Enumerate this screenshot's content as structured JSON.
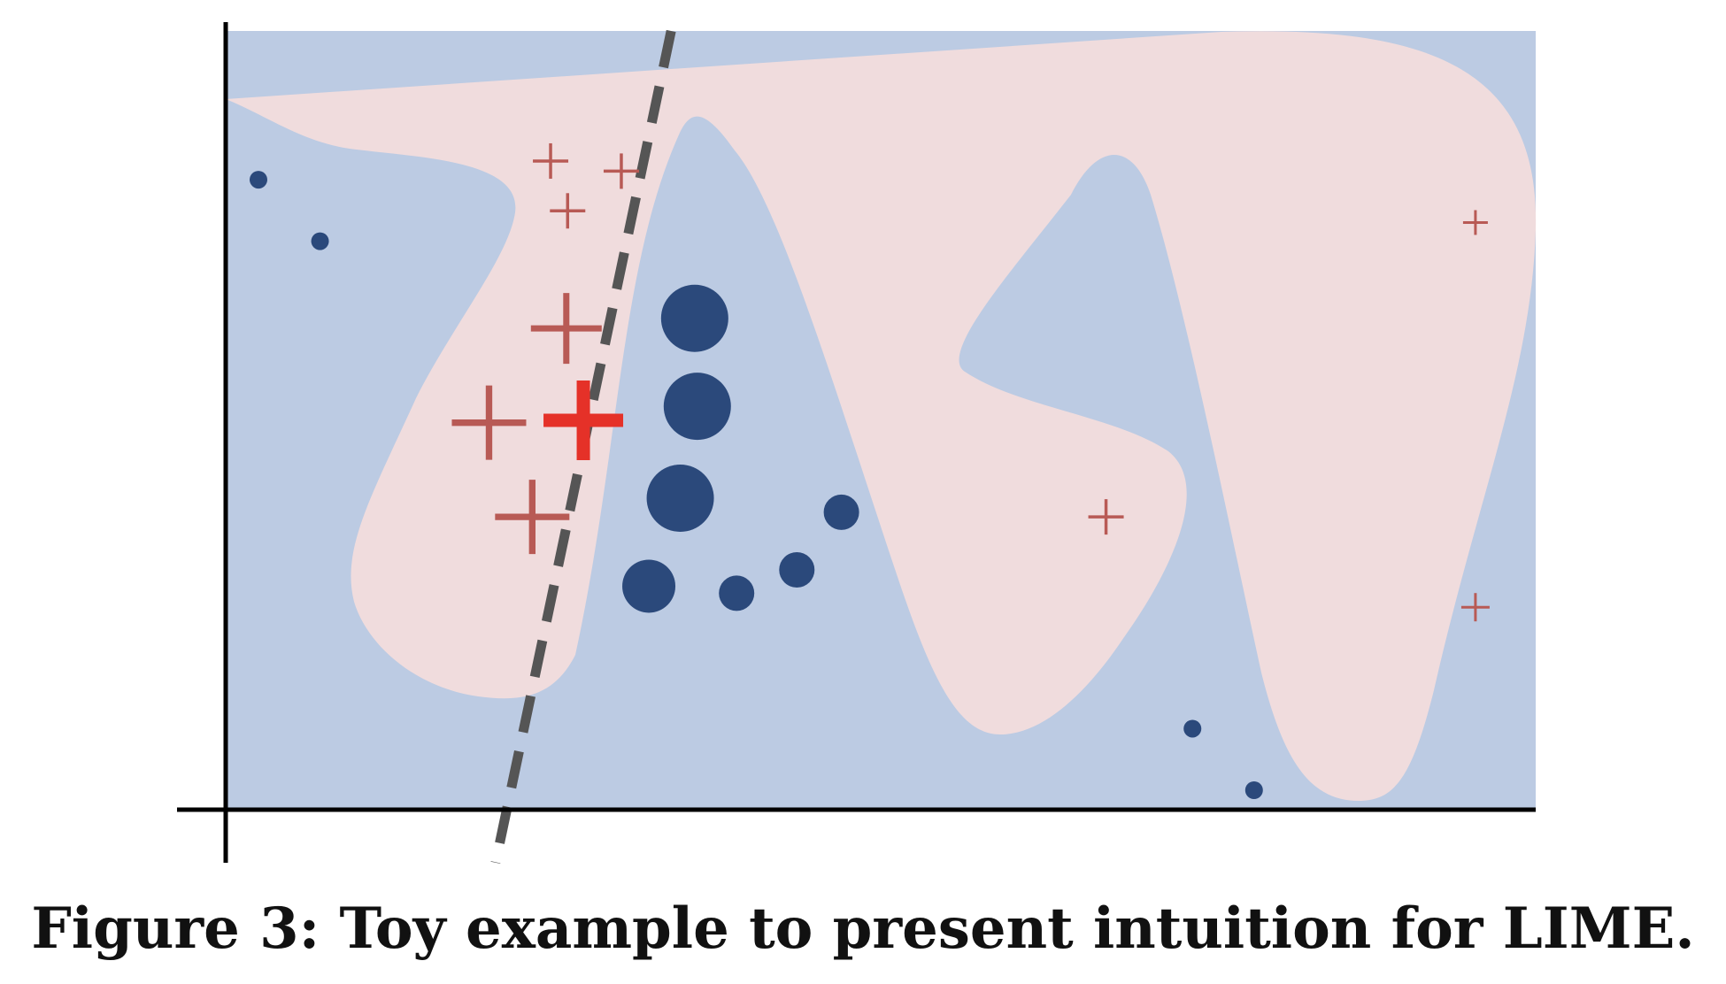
{
  "figure": {
    "caption": "Figure 3:  Toy example to present intuition for LIME."
  },
  "colors": {
    "blue_region": "#bccbe3",
    "pink_region": "#f0dcdd",
    "blue_point": "#2b497b",
    "red_point": "#b85a55",
    "instance_point": "#e53128",
    "boundary_line": "#555555",
    "axis": "#000000"
  },
  "chart_data": {
    "type": "scatter",
    "title": "",
    "xlabel": "",
    "ylabel": "",
    "xlim": [
      0,
      100
    ],
    "ylim": [
      0,
      100
    ],
    "grid": false,
    "legend": "none",
    "series": [
      {
        "class": "positive",
        "marker": "plus",
        "points": [
          {
            "x": 24.8,
            "y": 83.3,
            "w": 1.0
          },
          {
            "x": 30.2,
            "y": 82.0,
            "w": 1.0
          },
          {
            "x": 26.1,
            "y": 76.9,
            "w": 1.0
          },
          {
            "x": 26.0,
            "y": 61.8,
            "w": 2.0
          },
          {
            "x": 20.1,
            "y": 49.7,
            "w": 2.1
          },
          {
            "x": 23.4,
            "y": 37.6,
            "w": 2.1
          },
          {
            "x": 67.2,
            "y": 37.6,
            "w": 1.0
          },
          {
            "x": 95.4,
            "y": 26.0,
            "w": 0.8
          },
          {
            "x": 95.4,
            "y": 75.4,
            "w": 0.7
          }
        ]
      },
      {
        "class": "negative",
        "marker": "circle",
        "points": [
          {
            "x": 2.5,
            "y": 80.9,
            "w": 0.5
          },
          {
            "x": 7.2,
            "y": 73.0,
            "w": 0.5
          },
          {
            "x": 35.8,
            "y": 63.1,
            "w": 1.9
          },
          {
            "x": 36.0,
            "y": 51.8,
            "w": 1.9
          },
          {
            "x": 34.7,
            "y": 40.0,
            "w": 1.9
          },
          {
            "x": 32.3,
            "y": 28.7,
            "w": 1.5
          },
          {
            "x": 39.0,
            "y": 27.8,
            "w": 1.0
          },
          {
            "x": 43.6,
            "y": 30.8,
            "w": 1.0
          },
          {
            "x": 47.0,
            "y": 38.2,
            "w": 1.0
          },
          {
            "x": 73.8,
            "y": 10.4,
            "w": 0.5
          },
          {
            "x": 78.5,
            "y": 2.5,
            "w": 0.5
          }
        ]
      },
      {
        "class": "explained-instance",
        "marker": "plus",
        "points": [
          {
            "x": 27.3,
            "y": 50.0,
            "w": 3.0
          }
        ]
      }
    ],
    "boundary_line": {
      "style": "dashed",
      "x": [
        34.0,
        20.6
      ],
      "y": [
        100.0,
        -6.8
      ]
    }
  }
}
